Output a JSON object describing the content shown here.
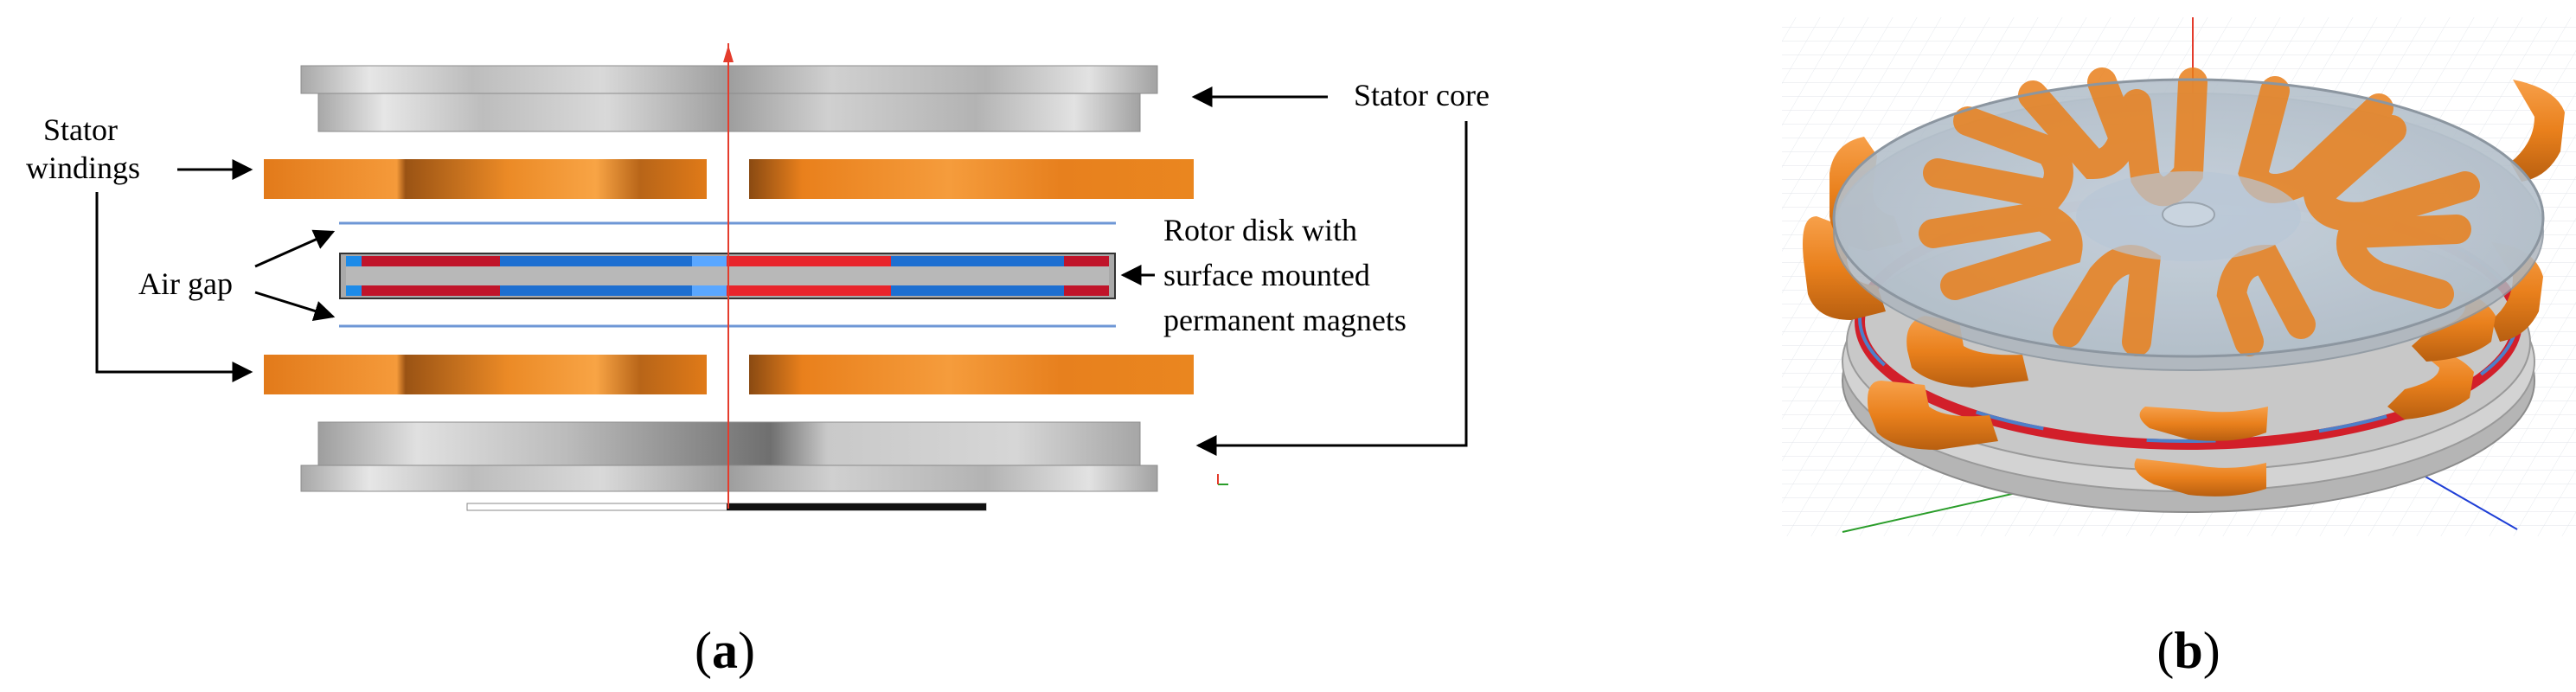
{
  "panel_a": {
    "labels": {
      "stator_core": "Stator core",
      "stator_windings_line1": "Stator",
      "stator_windings_line2": "windings",
      "air_gap": "Air gap",
      "rotor_line1": "Rotor disk with",
      "rotor_line2": "surface mounted",
      "rotor_line3": "permanent magnets"
    },
    "caption": {
      "open": "(",
      "letter": "a",
      "close": ")"
    }
  },
  "panel_b": {
    "caption": {
      "open": "(",
      "letter": "b",
      "close": ")"
    }
  },
  "colors": {
    "stator_core": "#b9b9b9",
    "winding": "#e9801c",
    "winding_dark": "#8a4a12",
    "magnet_red": "#e8242b",
    "magnet_blue": "#1d6fd1",
    "rotor_disk": "#a9a9a9",
    "axis_red": "#e43c2c"
  }
}
